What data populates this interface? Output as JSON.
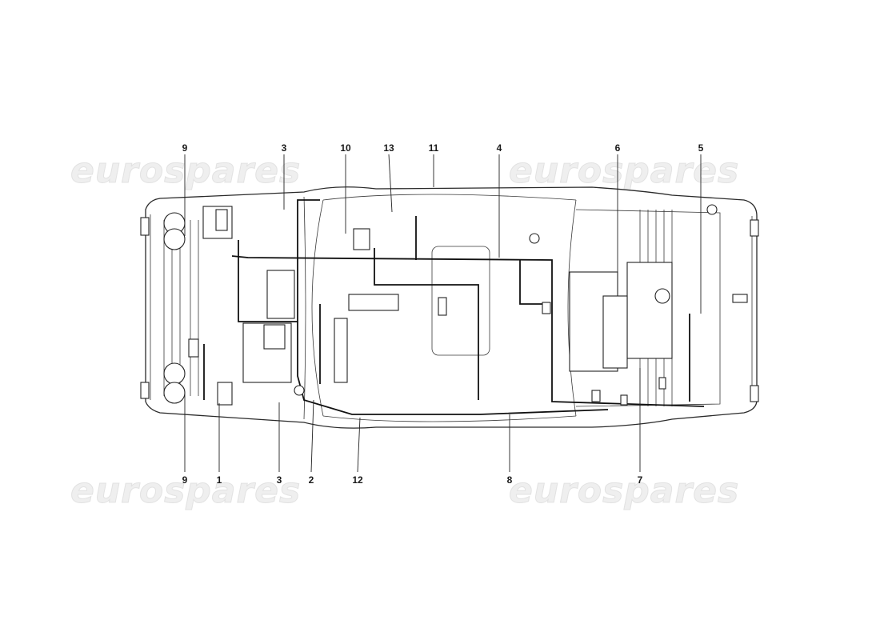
{
  "watermark": {
    "text": "eurospares",
    "instances": 4
  },
  "callouts": {
    "top": [
      "9",
      "3",
      "10",
      "13",
      "11",
      "4",
      "6",
      "5"
    ],
    "bottom": [
      "9",
      "1",
      "3",
      "2",
      "12",
      "8",
      "7"
    ]
  },
  "colors": {
    "ink": "#1a1a1a",
    "watermark": "#efefef",
    "background": "#ffffff"
  }
}
